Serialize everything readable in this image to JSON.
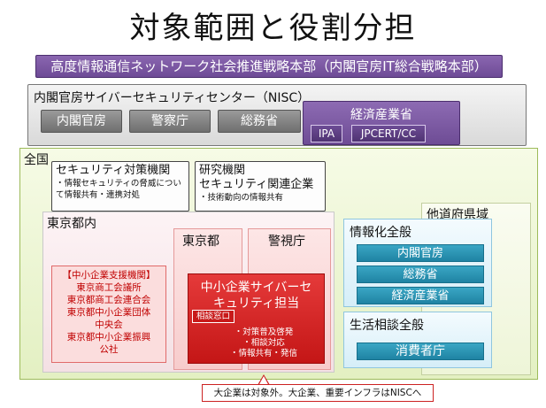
{
  "title": "対象範囲と役割分担",
  "headquarters": "高度情報通信ネットワーク社会推進戦略本部（内閣官房IT総合戦略本部）",
  "nisc": {
    "title": "内閣官房サイバーセキュリティセンター（NISC）",
    "members": [
      "内閣官房",
      "警察庁",
      "総務省"
    ],
    "meti": {
      "label": "経済産業省",
      "subs": [
        "IPA",
        "JPCERT/CC"
      ]
    }
  },
  "zenkoku": {
    "label": "全国",
    "security_org": {
      "title": "セキュリティ対策機関",
      "body": "・情報セキュリティの脅威について情報共有・連携対処"
    },
    "research_org": {
      "title_line1": "研究機関",
      "title_line2": "セキュリティ関連企業",
      "body": "・技術動向の情報共有"
    }
  },
  "tokyo": {
    "label": "東京都内",
    "sme_support": {
      "lines": [
        "【中小企業支援機関】",
        "東京商工会議所",
        "東京都商工会連合会",
        "東京都中小企業団体",
        "中央会",
        "東京都中小企業振興",
        "公社"
      ]
    },
    "metro": "東京都",
    "police": "警視庁",
    "cyber_unit": {
      "title_line1": "中小企業サイバーセ",
      "title_line2": "キュリティ担当",
      "desk": "相談窓口",
      "items": [
        "・対策普及啓発",
        "・相談対応",
        "・情報共有・発信"
      ]
    }
  },
  "other_prefectures": {
    "label": "他道府県域",
    "informatization": {
      "title": "情報化全般",
      "items": [
        "内閣官房",
        "総務省",
        "経済産業省"
      ]
    },
    "consumer": {
      "title": "生活相談全般",
      "items": [
        "消費者庁"
      ]
    }
  },
  "callout": "大企業は対象外。大企業、重要インフラはNISCへ"
}
